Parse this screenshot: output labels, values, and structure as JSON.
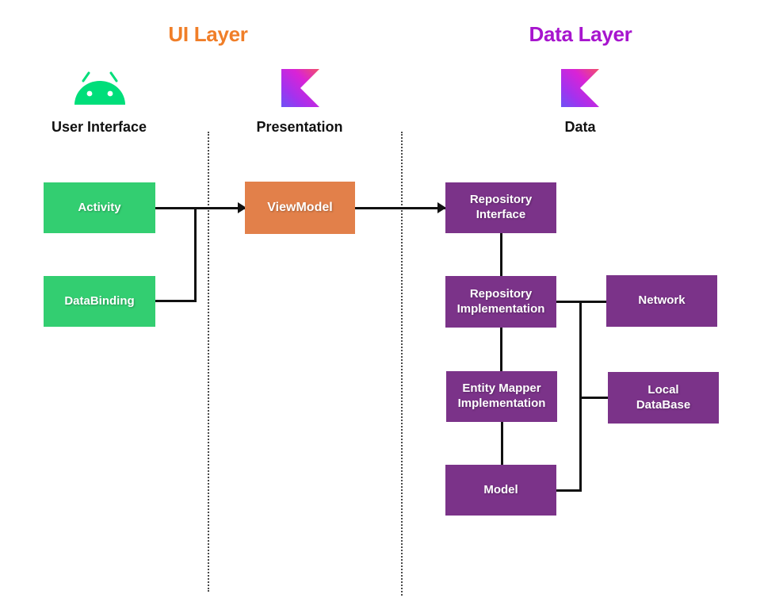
{
  "diagram": {
    "title_ui_layer": "UI Layer",
    "title_data_layer": "Data Layer",
    "columns": [
      {
        "caption": "User Interface",
        "icon": "android-logo"
      },
      {
        "caption": "Presentation",
        "icon": "kotlin-logo"
      },
      {
        "caption": "Data",
        "icon": "kotlin-logo"
      }
    ],
    "nodes": {
      "activity": "Activity",
      "databinding": "DataBinding",
      "viewmodel": "ViewModel",
      "repository_interface": "Repository\nInterface",
      "repository_interface_line1": "Repository",
      "repository_interface_line2": "Interface",
      "repository_implementation_line1": "Repository",
      "repository_implementation_line2": "Implementation",
      "entity_mapper_line1": "Entity Mapper",
      "entity_mapper_line2": "Implementation",
      "model": "Model",
      "network": "Network",
      "local_database_line1": "Local",
      "local_database_line2": "DataBase"
    },
    "colors": {
      "ui_layer_title": "#F07E28",
      "data_layer_title": "#A715CE",
      "green_node": "#33CE71",
      "orange_node": "#E2804A",
      "purple_node": "#7B3389",
      "connector": "#111111",
      "divider": "#4a4a4a",
      "android_green": "#00DE7A",
      "background": "#ffffff"
    },
    "edges": [
      {
        "from": "activity",
        "to": "viewmodel",
        "style": "arrow"
      },
      {
        "from": "databinding",
        "to": "viewmodel",
        "style": "arrow"
      },
      {
        "from": "viewmodel",
        "to": "repository_interface",
        "style": "arrow"
      },
      {
        "from": "repository_interface",
        "to": "repository_implementation",
        "style": "line"
      },
      {
        "from": "repository_implementation",
        "to": "entity_mapper",
        "style": "line"
      },
      {
        "from": "entity_mapper",
        "to": "model",
        "style": "line"
      },
      {
        "from": "repository_implementation",
        "to": "network",
        "style": "line"
      },
      {
        "from": "network",
        "to": "local_database",
        "style": "line"
      },
      {
        "from": "local_database",
        "to": "model",
        "style": "line"
      }
    ]
  }
}
